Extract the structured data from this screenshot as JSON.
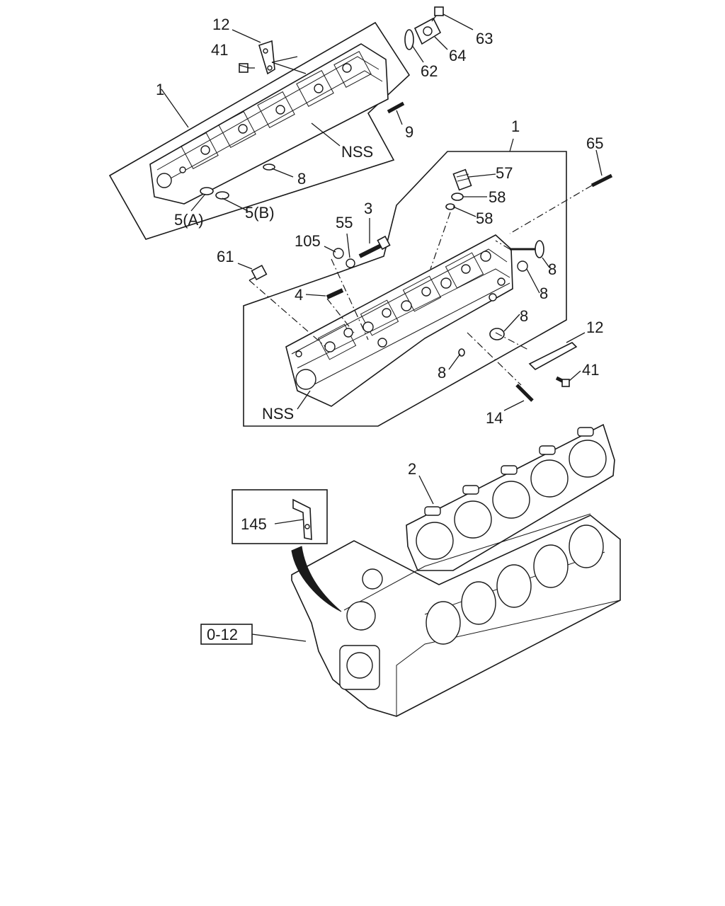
{
  "labels": {
    "l12a": "12",
    "l41a": "41",
    "l63": "63",
    "l64": "64",
    "l62": "62",
    "l1a": "1",
    "l9": "9",
    "lNSSa": "NSS",
    "l8a": "8",
    "l5A": "5(A)",
    "l5B": "5(B)",
    "l1b": "1",
    "l65": "65",
    "l57": "57",
    "l58a": "58",
    "l58b": "58",
    "l3": "3",
    "l55": "55",
    "l105": "105",
    "l61": "61",
    "l4": "4",
    "l8b": "8",
    "l8c": "8",
    "l8d": "8",
    "l8e": "8",
    "l12b": "12",
    "l41b": "41",
    "l14": "14",
    "lNSSb": "NSS",
    "l2": "2",
    "l145": "145",
    "lref": "0-12"
  }
}
